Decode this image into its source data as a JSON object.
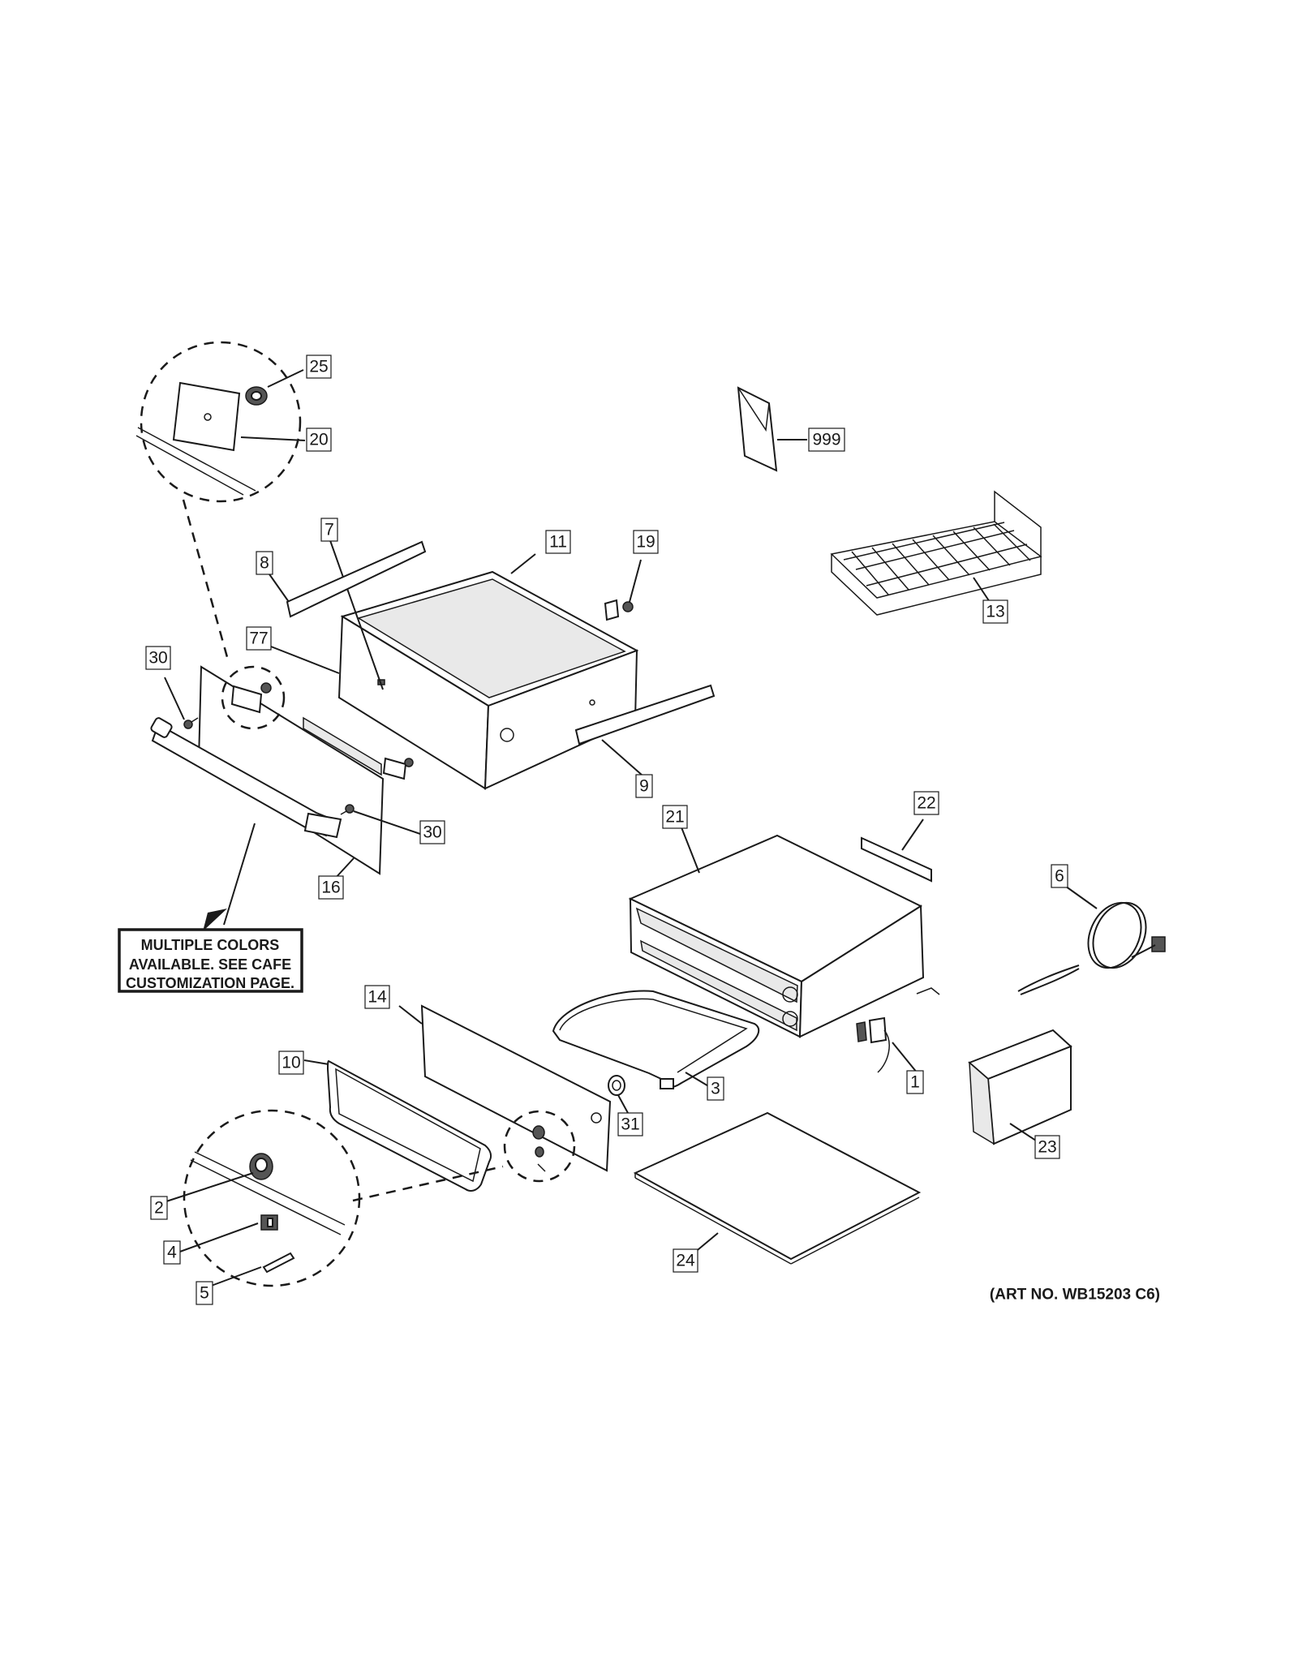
{
  "callouts": {
    "c1": "1",
    "c2": "2",
    "c3": "3",
    "c4": "4",
    "c5": "5",
    "c6": "6",
    "c7": "7",
    "c8": "8",
    "c9": "9",
    "c10": "10",
    "c11": "11",
    "c13": "13",
    "c14": "14",
    "c16": "16",
    "c19": "19",
    "c20": "20",
    "c21": "21",
    "c22": "22",
    "c23": "23",
    "c24": "24",
    "c25": "25",
    "c30a": "30",
    "c30b": "30",
    "c31": "31",
    "c77": "77",
    "c999": "999"
  },
  "note": {
    "line1": "MULTIPLE COLORS",
    "line2": "AVAILABLE. SEE CAFE",
    "line3": "CUSTOMIZATION PAGE."
  },
  "art_number": "(ART NO. WB15203 C6)"
}
